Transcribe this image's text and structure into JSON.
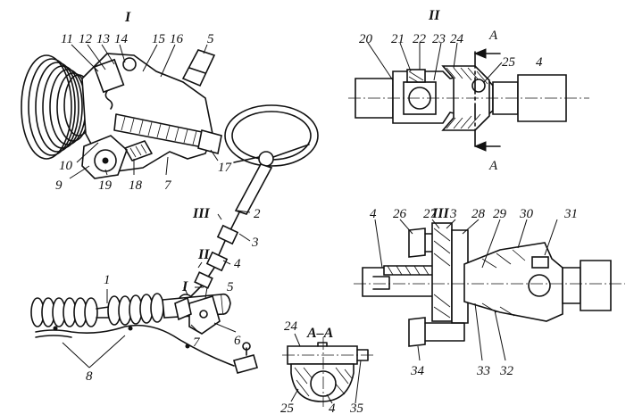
{
  "views": {
    "I": "I",
    "II": "II",
    "III": "III",
    "AA": "A–A",
    "I_small": "I",
    "II_small": "II",
    "III_small": "III",
    "section_mark_top": "A",
    "section_mark_bottom": "A"
  },
  "callouts": {
    "n1": "1",
    "n2": "2",
    "n3": "3",
    "n4": "4",
    "n5": "5",
    "n6": "6",
    "n7": "7",
    "n8": "8",
    "n9": "9",
    "n10": "10",
    "n11": "11",
    "n12": "12",
    "n13": "13",
    "n14": "14",
    "n15": "15",
    "n16": "16",
    "n17": "17",
    "n18": "18",
    "n19": "19",
    "n20": "20",
    "n21": "21",
    "n22": "22",
    "n23": "23",
    "n24": "24",
    "n25": "25",
    "n4b": "4",
    "n26": "26",
    "n27": "27",
    "n3b": "3",
    "n28": "28",
    "n29": "29",
    "n30": "30",
    "n31": "31",
    "n4c": "4",
    "n34": "34",
    "n33": "33",
    "n32": "32",
    "n24b": "24",
    "n25b": "25",
    "n4d": "4",
    "n35": "35",
    "n5b": "5",
    "n7b": "7"
  }
}
